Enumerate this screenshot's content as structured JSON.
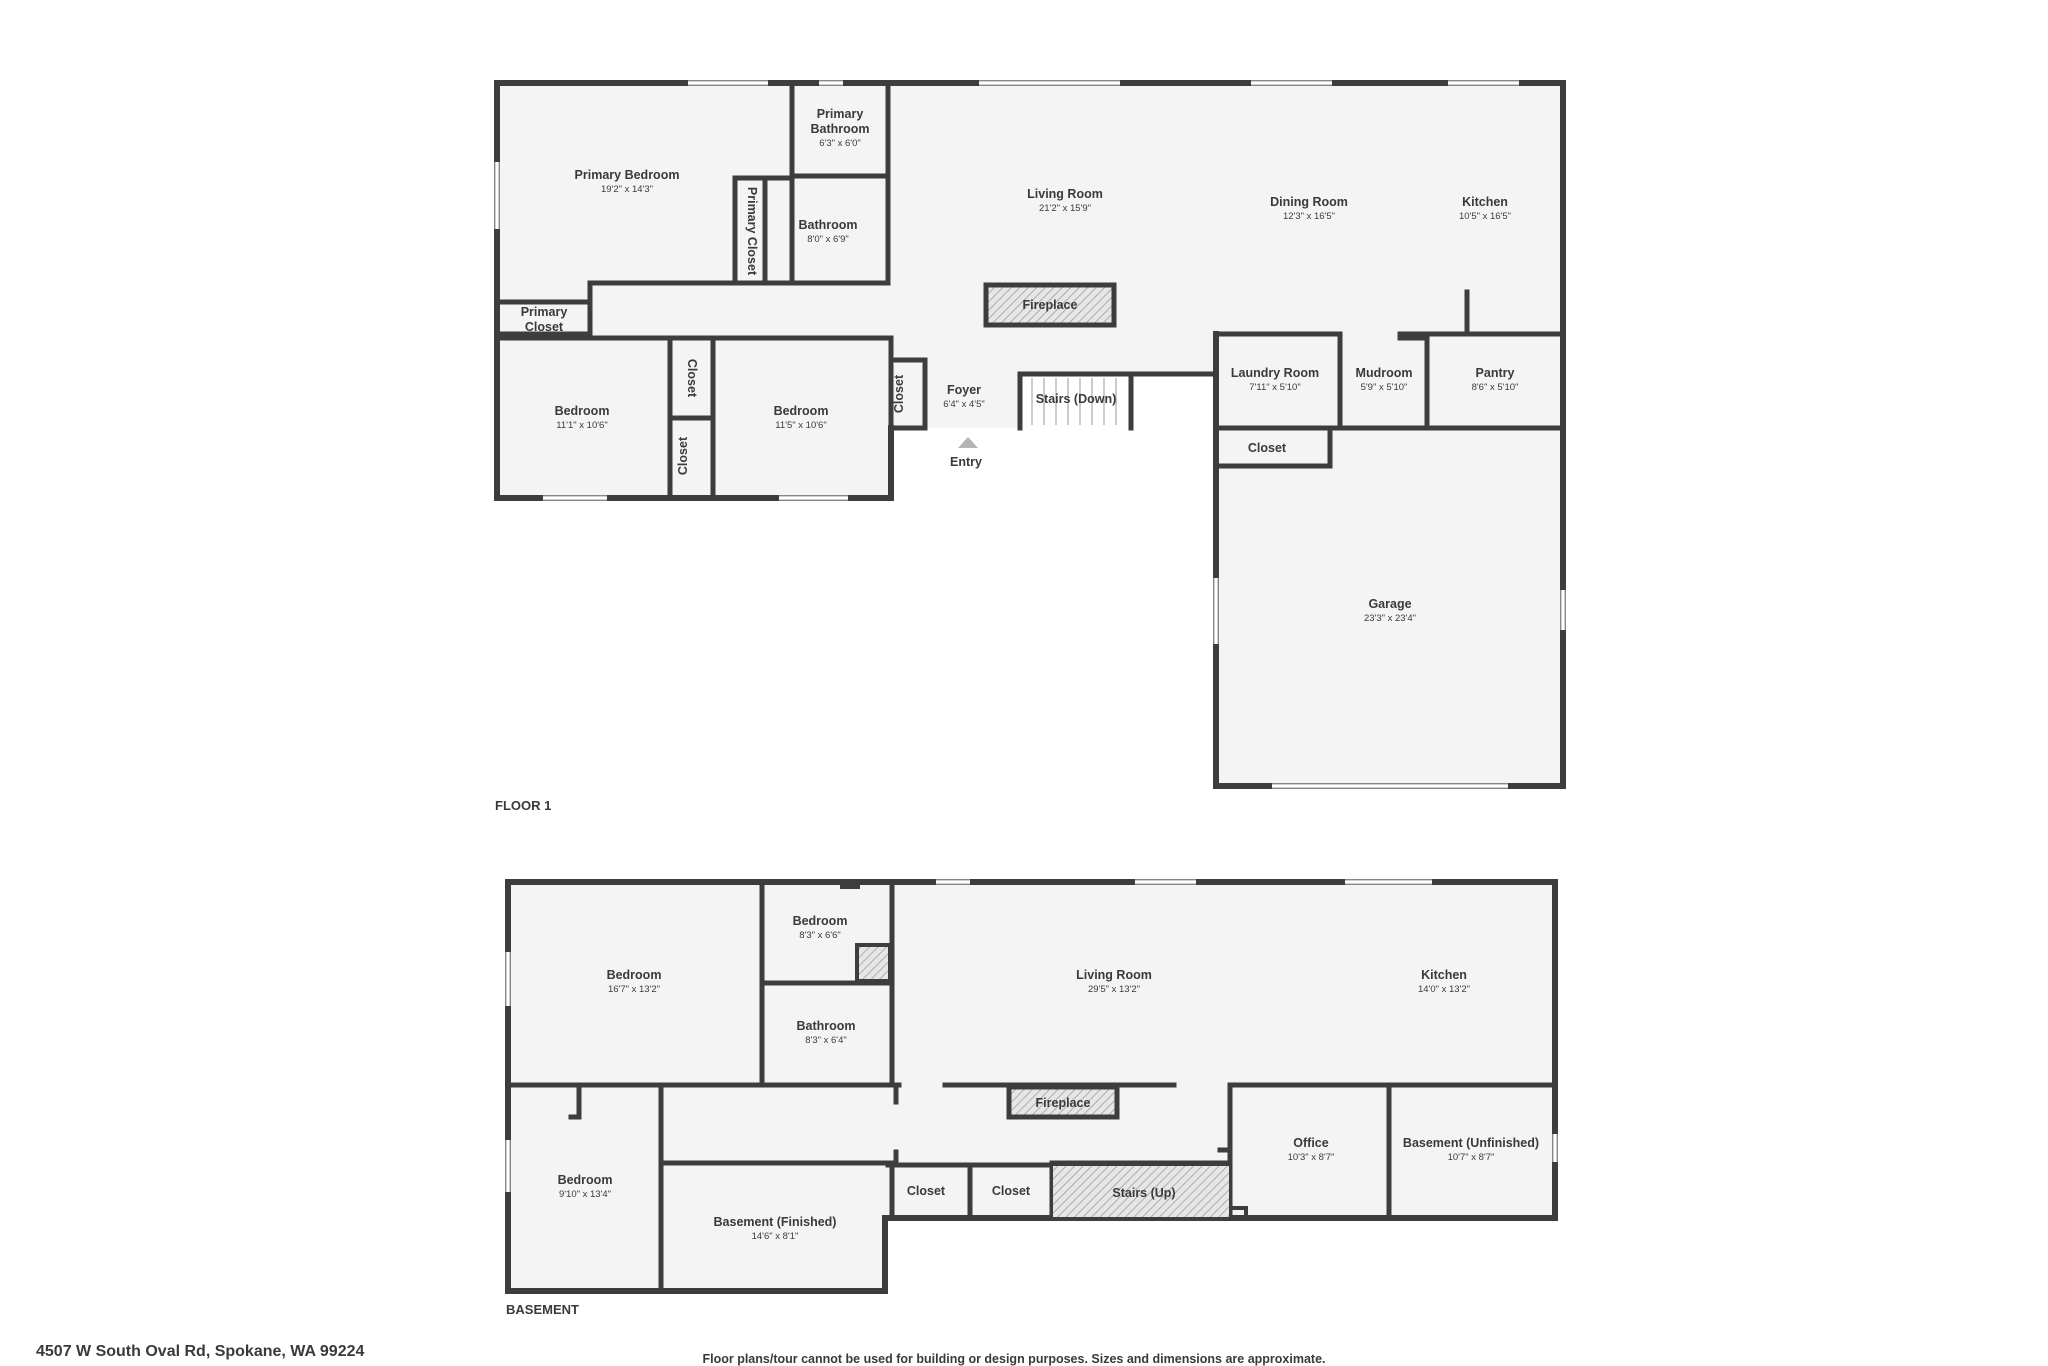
{
  "floor1": {
    "label": "FLOOR 1",
    "rooms": {
      "primary_bedroom": {
        "name": "Primary Bedroom",
        "dims": "19'2\" x 14'3\""
      },
      "primary_bathroom": {
        "name1": "Primary",
        "name2": "Bathroom",
        "dims": "6'3\" x 6'0\""
      },
      "primary_closet_v": {
        "name": "Primary Closet"
      },
      "bathroom": {
        "name": "Bathroom",
        "dims": "8'0\" x 6'9\""
      },
      "living_room": {
        "name": "Living Room",
        "dims": "21'2\" x 15'9\""
      },
      "dining_room": {
        "name": "Dining Room",
        "dims": "12'3\" x 16'5\""
      },
      "kitchen": {
        "name": "Kitchen",
        "dims": "10'5\" x 16'5\""
      },
      "primary_closet_h": {
        "name1": "Primary",
        "name2": "Closet"
      },
      "fireplace": {
        "name": "Fireplace"
      },
      "bedroom_a": {
        "name": "Bedroom",
        "dims": "11'1\" x 10'6\""
      },
      "closet_a": {
        "name": "Closet"
      },
      "closet_b": {
        "name": "Closet"
      },
      "bedroom_b": {
        "name": "Bedroom",
        "dims": "11'5\" x 10'6\""
      },
      "closet_c": {
        "name": "Closet"
      },
      "foyer": {
        "name": "Foyer",
        "dims": "6'4\" x 4'5\""
      },
      "stairs_down": {
        "name": "Stairs (Down)"
      },
      "entry": {
        "name": "Entry"
      },
      "laundry": {
        "name": "Laundry Room",
        "dims": "7'11\" x 5'10\""
      },
      "mudroom": {
        "name": "Mudroom",
        "dims": "5'9\" x 5'10\""
      },
      "pantry": {
        "name": "Pantry",
        "dims": "8'6\" x 5'10\""
      },
      "closet_d": {
        "name": "Closet"
      },
      "garage": {
        "name": "Garage",
        "dims": "23'3\" x 23'4\""
      }
    }
  },
  "basement": {
    "label": "BASEMENT",
    "rooms": {
      "bedroom_a": {
        "name": "Bedroom",
        "dims": "16'7\" x 13'2\""
      },
      "bedroom_b": {
        "name": "Bedroom",
        "dims": "8'3\" x 6'6\""
      },
      "bathroom": {
        "name": "Bathroom",
        "dims": "8'3\" x 6'4\""
      },
      "living_room": {
        "name": "Living Room",
        "dims": "29'5\" x 13'2\""
      },
      "kitchen": {
        "name": "Kitchen",
        "dims": "14'0\" x 13'2\""
      },
      "fireplace": {
        "name": "Fireplace"
      },
      "bedroom_c": {
        "name": "Bedroom",
        "dims": "9'10\" x 13'4\""
      },
      "basement_finished": {
        "name": "Basement (Finished)",
        "dims": "14'6\" x 8'1\""
      },
      "closet_a": {
        "name": "Closet"
      },
      "closet_b": {
        "name": "Closet"
      },
      "stairs_up": {
        "name": "Stairs (Up)"
      },
      "office": {
        "name": "Office",
        "dims": "10'3\" x 8'7\""
      },
      "basement_unfinished": {
        "name": "Basement (Unfinished)",
        "dims": "10'7\" x 8'7\""
      }
    }
  },
  "footer": {
    "address": "4507 W South Oval Rd, Spokane, WA 99224",
    "disclaimer": "Floor plans/tour cannot be used for building or design purposes. Sizes and dimensions are approximate."
  }
}
